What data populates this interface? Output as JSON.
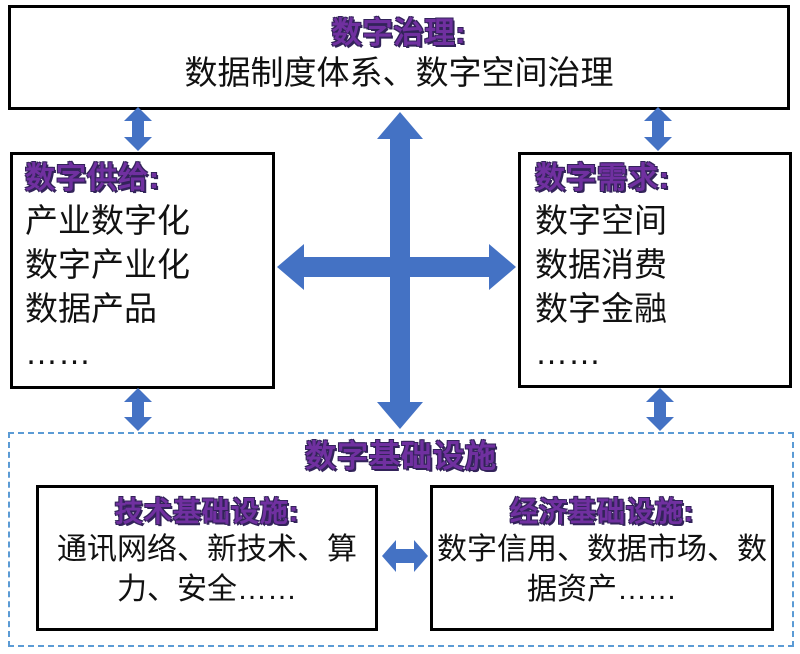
{
  "colors": {
    "arrow_blue": "#4472C4",
    "title_purple": "#7030A0",
    "dashed_border_blue": "#5B9BD5",
    "box_border": "#000000",
    "body_text": "#111111"
  },
  "governance_box": {
    "title": "数字治理:",
    "body": "数据制度体系、数字空间治理"
  },
  "supply_box": {
    "title": "数字供给:",
    "items": [
      "产业数字化",
      "数字产业化",
      "数据产品",
      "……"
    ]
  },
  "demand_box": {
    "title": "数字需求:",
    "items": [
      "数字空间",
      "数据消费",
      "数字金融",
      "……"
    ]
  },
  "infrastructure_box": {
    "title": "数字基础设施",
    "tech_box": {
      "title": "技术基础设施:",
      "body": "通讯网络、新技术、算力、安全……"
    },
    "economic_box": {
      "title": "经济基础设施:",
      "body": "数字信用、数据市场、数据资产……"
    }
  }
}
